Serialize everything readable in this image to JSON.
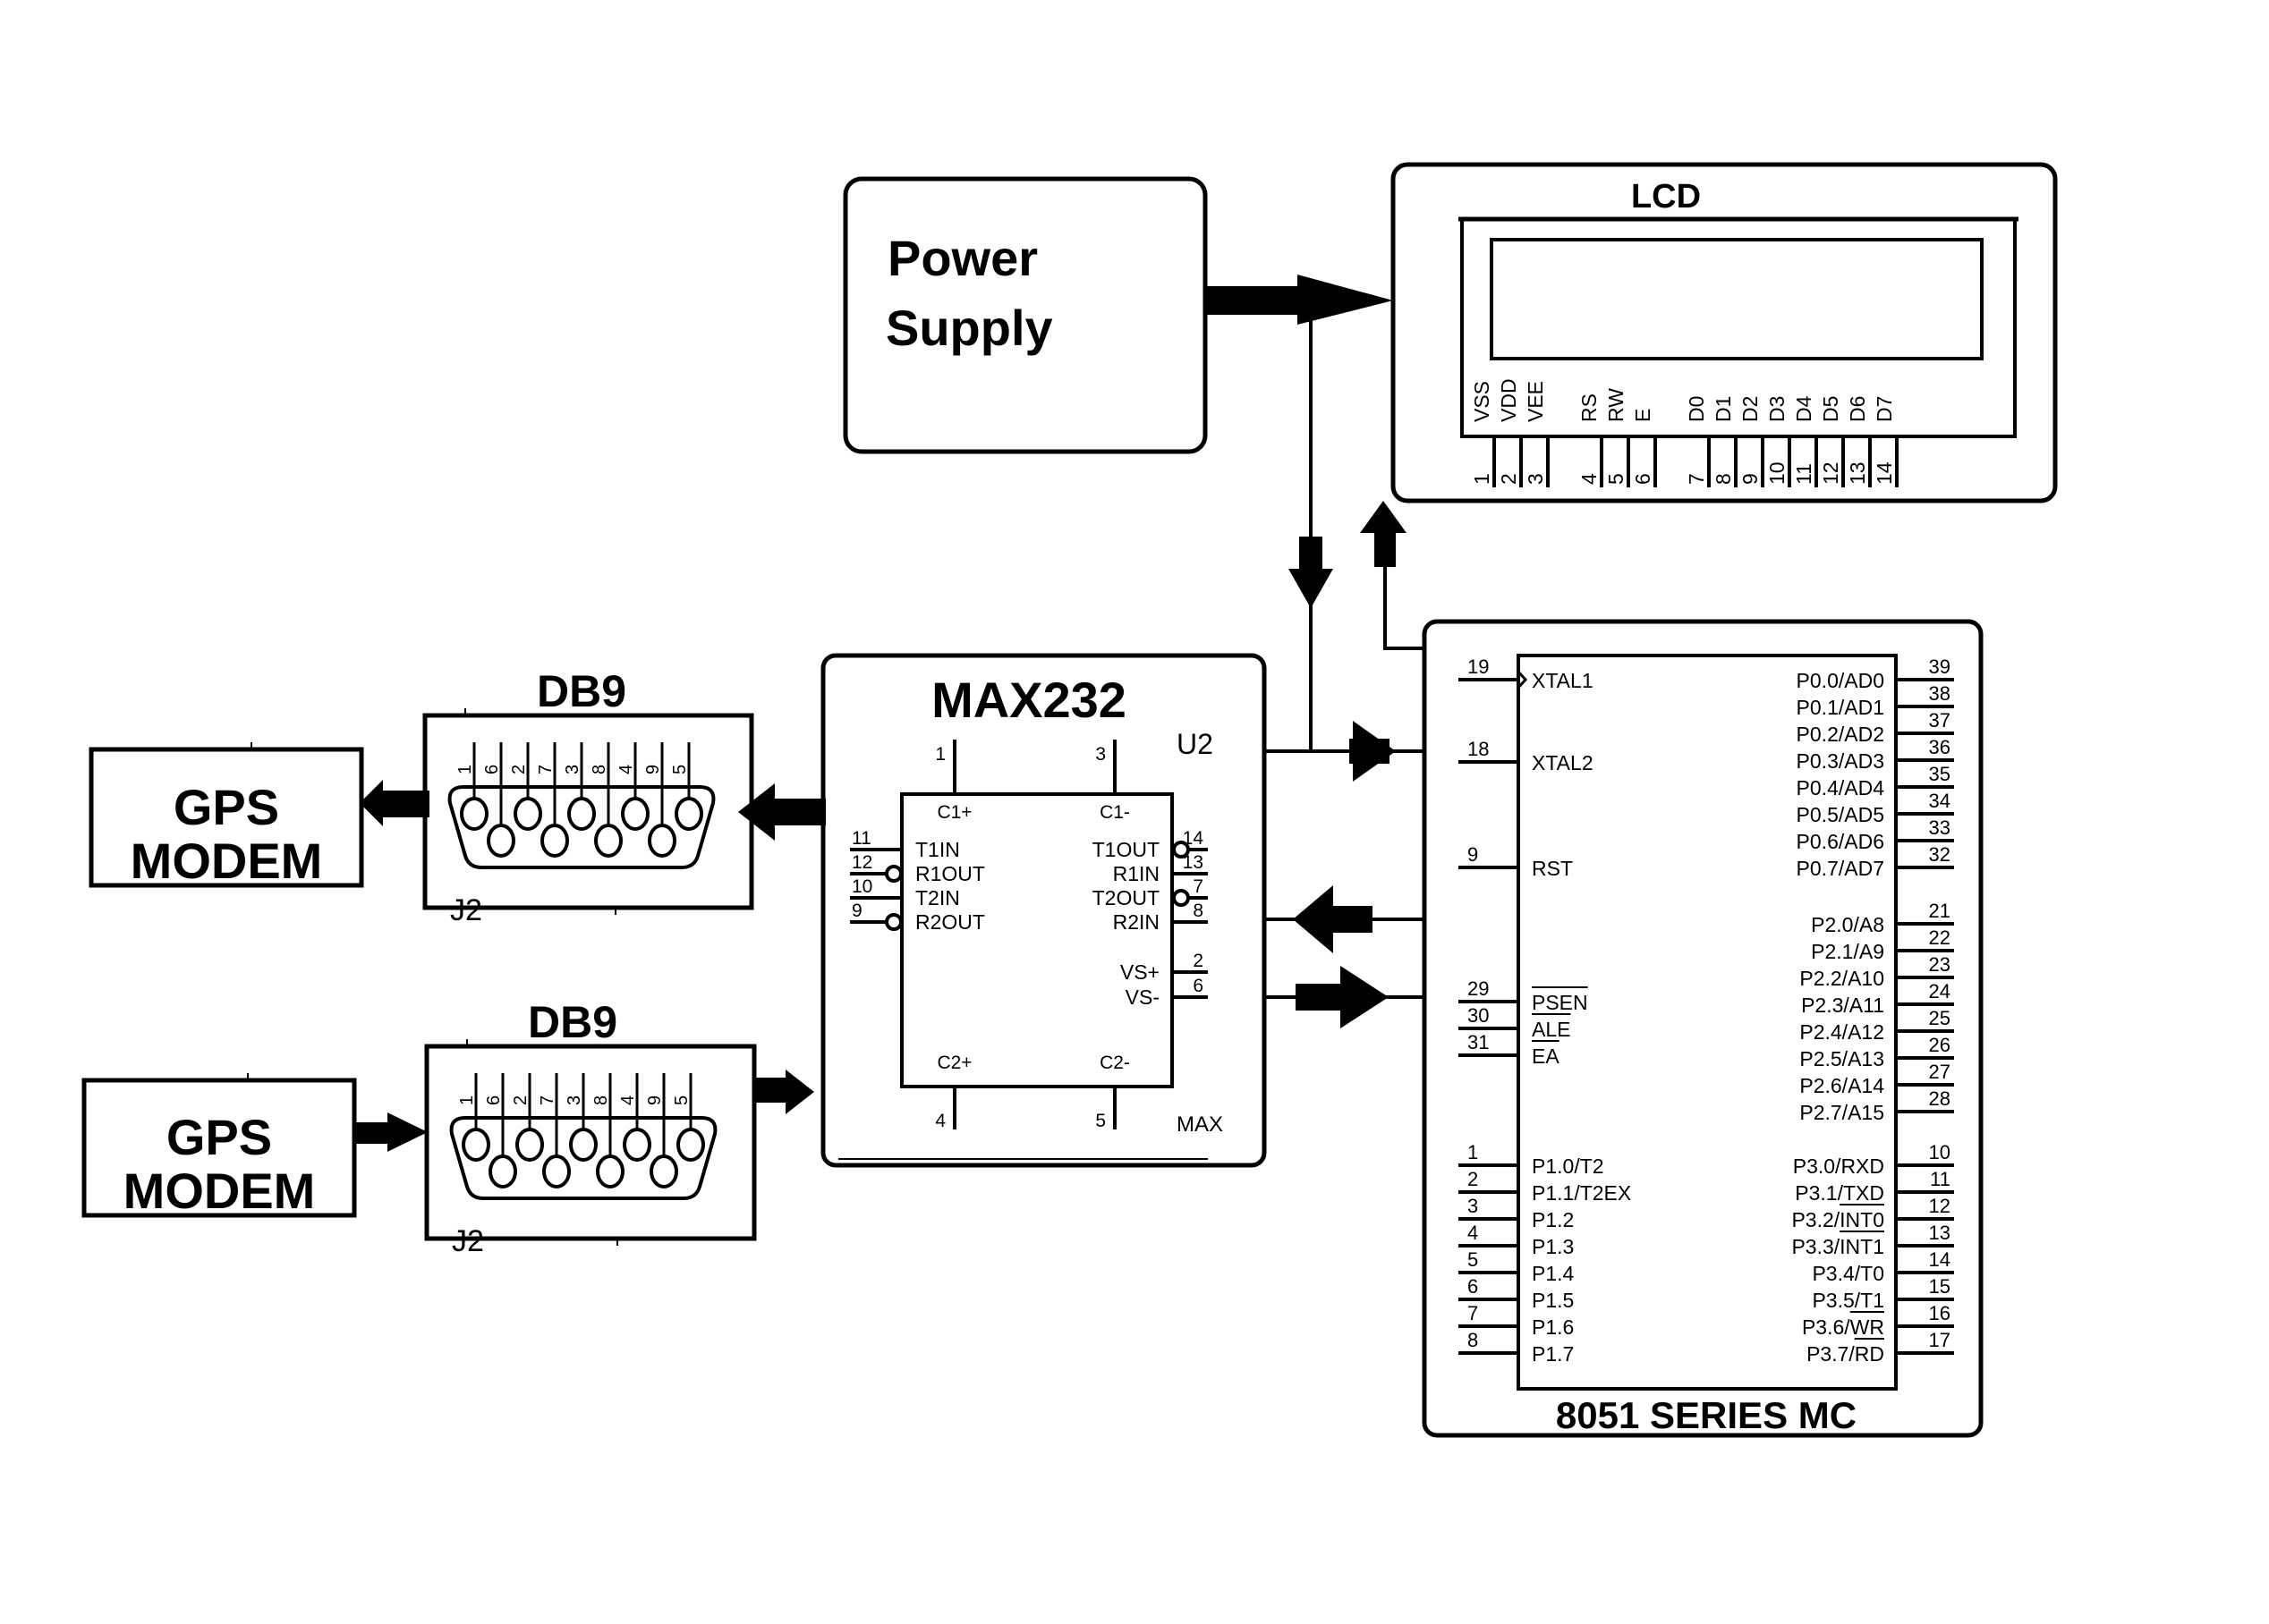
{
  "diagram": {
    "title": "GPS modem interfacing block diagram with 8051",
    "colors": {
      "stroke": "#000000",
      "background": "#ffffff"
    }
  },
  "power_supply": {
    "label_line1": "Power",
    "label_line2": "Supply"
  },
  "lcd": {
    "title": "LCD",
    "pins": [
      {
        "num": "1",
        "name": "VSS"
      },
      {
        "num": "2",
        "name": "VDD"
      },
      {
        "num": "3",
        "name": "VEE"
      },
      {
        "num": "4",
        "name": "RS"
      },
      {
        "num": "5",
        "name": "RW"
      },
      {
        "num": "6",
        "name": "E"
      },
      {
        "num": "7",
        "name": "D0"
      },
      {
        "num": "8",
        "name": "D1"
      },
      {
        "num": "9",
        "name": "D2"
      },
      {
        "num": "10",
        "name": "D3"
      },
      {
        "num": "11",
        "name": "D4"
      },
      {
        "num": "12",
        "name": "D5"
      },
      {
        "num": "13",
        "name": "D6"
      },
      {
        "num": "14",
        "name": "D7"
      }
    ]
  },
  "max232": {
    "title": "MAX232",
    "ref": "U2",
    "part": "MAX",
    "top_pins": [
      {
        "num": "1",
        "name": "C1+"
      },
      {
        "num": "3",
        "name": "C1-"
      }
    ],
    "bottom_pins": [
      {
        "num": "4",
        "name": "C2+"
      },
      {
        "num": "5",
        "name": "C2-"
      }
    ],
    "left_pins": [
      {
        "num": "11",
        "name": "T1IN",
        "inverted": false
      },
      {
        "num": "12",
        "name": "R1OUT",
        "inverted": true
      },
      {
        "num": "10",
        "name": "T2IN",
        "inverted": false
      },
      {
        "num": "9",
        "name": "R2OUT",
        "inverted": true
      }
    ],
    "right_pins": [
      {
        "num": "14",
        "name": "T1OUT",
        "inverted": true
      },
      {
        "num": "13",
        "name": "R1IN",
        "inverted": false
      },
      {
        "num": "7",
        "name": "T2OUT",
        "inverted": true
      },
      {
        "num": "8",
        "name": "R2IN",
        "inverted": false
      }
    ],
    "supply_pins": [
      {
        "num": "2",
        "name": "VS+"
      },
      {
        "num": "6",
        "name": "VS-"
      }
    ]
  },
  "mcu": {
    "title": "8051 SERIES MC",
    "left_pins_top": [
      {
        "num": "19",
        "name": "XTAL1",
        "clock": true
      },
      {
        "num": "18",
        "name": "XTAL2"
      },
      {
        "num": "9",
        "name": "RST"
      }
    ],
    "left_pins_ctrl": [
      {
        "num": "29",
        "name": "PSEN",
        "overbar": true
      },
      {
        "num": "30",
        "name": "ALE",
        "underbar": true
      },
      {
        "num": "31",
        "name": "EA",
        "overbar": true
      }
    ],
    "left_pins_p1": [
      {
        "num": "1",
        "name": "P1.0/T2"
      },
      {
        "num": "2",
        "name": "P1.1/T2EX"
      },
      {
        "num": "3",
        "name": "P1.2"
      },
      {
        "num": "4",
        "name": "P1.3"
      },
      {
        "num": "5",
        "name": "P1.4"
      },
      {
        "num": "6",
        "name": "P1.5"
      },
      {
        "num": "7",
        "name": "P1.6"
      },
      {
        "num": "8",
        "name": "P1.7"
      }
    ],
    "right_pins_p0": [
      {
        "num": "39",
        "name": "P0.0/AD0"
      },
      {
        "num": "38",
        "name": "P0.1/AD1"
      },
      {
        "num": "37",
        "name": "P0.2/AD2"
      },
      {
        "num": "36",
        "name": "P0.3/AD3"
      },
      {
        "num": "35",
        "name": "P0.4/AD4"
      },
      {
        "num": "34",
        "name": "P0.5/AD5"
      },
      {
        "num": "33",
        "name": "P0.6/AD6"
      },
      {
        "num": "32",
        "name": "P0.7/AD7"
      }
    ],
    "right_pins_p2": [
      {
        "num": "21",
        "name": "P2.0/A8"
      },
      {
        "num": "22",
        "name": "P2.1/A9"
      },
      {
        "num": "23",
        "name": "P2.2/A10"
      },
      {
        "num": "24",
        "name": "P2.3/A11"
      },
      {
        "num": "25",
        "name": "P2.4/A12"
      },
      {
        "num": "26",
        "name": "P2.5/A13"
      },
      {
        "num": "27",
        "name": "P2.6/A14"
      },
      {
        "num": "28",
        "name": "P2.7/A15"
      }
    ],
    "right_pins_p3": [
      {
        "num": "10",
        "name": "P3.0/RXD"
      },
      {
        "num": "11",
        "name": "P3.1/TXD"
      },
      {
        "num": "12",
        "name": "P3.2/INT0",
        "overbar_part": "INT0"
      },
      {
        "num": "13",
        "name": "P3.3/INT1",
        "overbar_part": "INT1"
      },
      {
        "num": "14",
        "name": "P3.4/T0"
      },
      {
        "num": "15",
        "name": "P3.5/T1"
      },
      {
        "num": "16",
        "name": "P3.6/WR",
        "overbar_part": "WR"
      },
      {
        "num": "17",
        "name": "P3.7/RD",
        "overbar_part": "RD"
      }
    ]
  },
  "db9_connectors": [
    {
      "title": "DB9",
      "ref": "J2",
      "pin_order": [
        "1",
        "6",
        "2",
        "7",
        "3",
        "8",
        "4",
        "9",
        "5"
      ]
    },
    {
      "title": "DB9",
      "ref": "J2",
      "pin_order": [
        "1",
        "6",
        "2",
        "7",
        "3",
        "8",
        "4",
        "9",
        "5"
      ]
    }
  ],
  "gps_modems": [
    {
      "label_line1": "GPS",
      "label_line2": "MODEM"
    },
    {
      "label_line1": "GPS",
      "label_line2": "MODEM"
    }
  ],
  "connections": [
    {
      "from": "Power Supply",
      "to": "LCD",
      "direction": "right"
    },
    {
      "from": "Power Supply",
      "to": "MAX232 / 8051",
      "direction": "down"
    },
    {
      "from": "8051 SERIES MC",
      "to": "LCD",
      "direction": "up"
    },
    {
      "from": "MAX232",
      "to": "8051 SERIES MC",
      "direction": "right"
    },
    {
      "from": "8051 SERIES MC",
      "to": "MAX232",
      "direction": "left"
    },
    {
      "from": "MAX232",
      "to": "8051 SERIES MC",
      "direction": "right"
    },
    {
      "from": "MAX232",
      "to": "DB9 (upper)",
      "direction": "left"
    },
    {
      "from": "DB9 (upper)",
      "to": "GPS MODEM (upper)",
      "direction": "left"
    },
    {
      "from": "GPS MODEM (lower)",
      "to": "DB9 (lower)",
      "direction": "right"
    },
    {
      "from": "DB9 (lower)",
      "to": "MAX232",
      "direction": "right"
    }
  ]
}
